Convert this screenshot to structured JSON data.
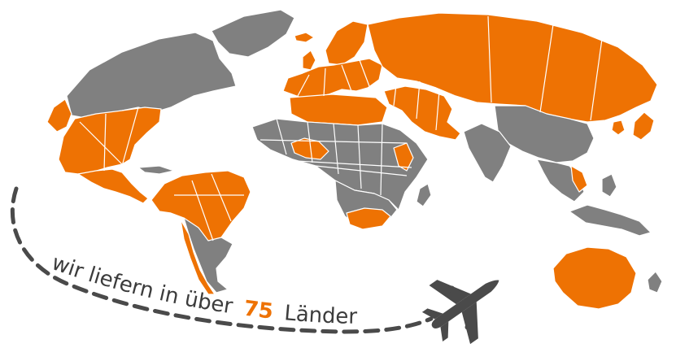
{
  "caption": {
    "prefix": "wir liefern in über",
    "count": "75",
    "suffix": "Länder"
  },
  "colors": {
    "delivered": "#ee7203",
    "not_delivered": "#808080",
    "borders": "#ffffff",
    "route": "#4a4a4a",
    "plane": "#4a4a4a",
    "text": "#3c3c3c",
    "highlight": "#ee7203"
  },
  "icons": {
    "plane": "airplane-icon"
  }
}
